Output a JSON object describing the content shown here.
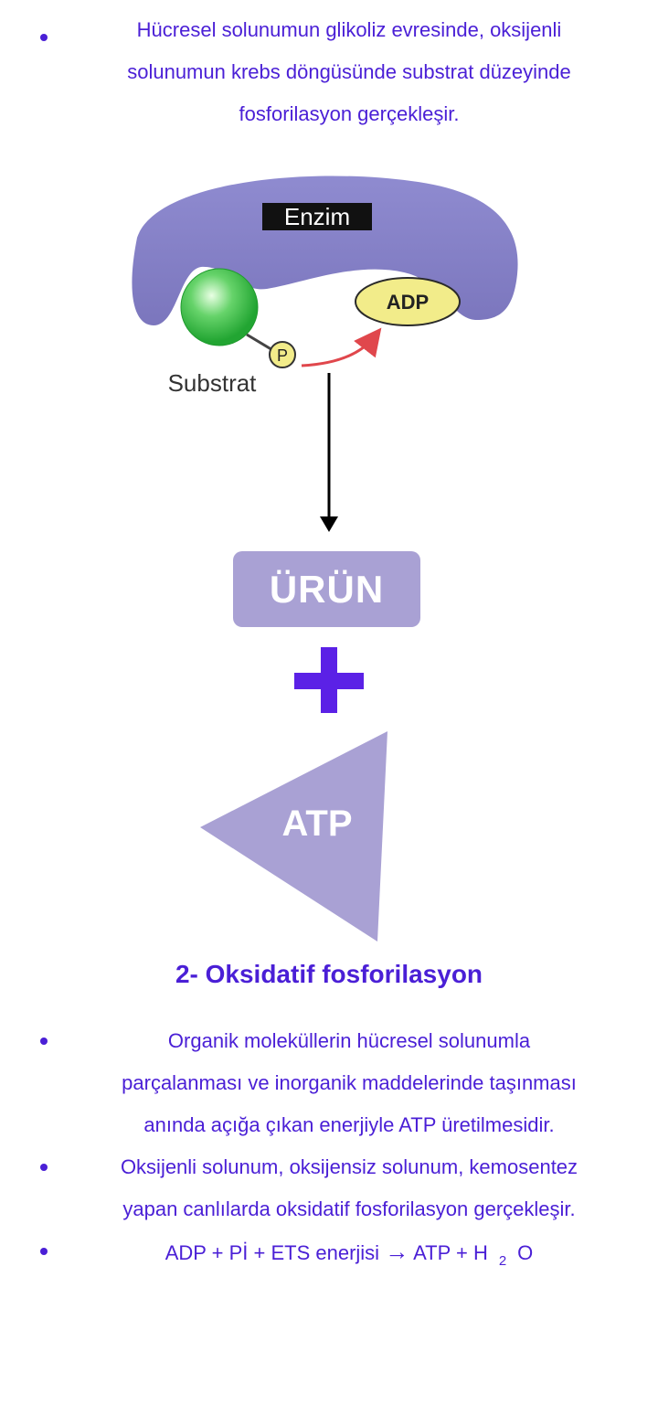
{
  "top_bullet": {
    "lines": [
      "Hücresel solunumun glikoliz evresinde, oksijenli",
      "solunumun krebs döngüsünde substrat düzeyinde",
      "fosforilasyon gerçekleşir."
    ]
  },
  "diagram": {
    "enzyme_label": "Enzim",
    "adp_label": "ADP",
    "phosphate_label": "P",
    "substrate_label": "Substrat",
    "colors": {
      "enzyme": "#8a86c4",
      "substrate": "#3fbf4a",
      "adp": "#f2ec8a",
      "arrow": "#e0474c"
    }
  },
  "product": {
    "label": "ÜRÜN"
  },
  "plus_icon": "plus-icon",
  "atp": {
    "label": "ATP"
  },
  "section": {
    "heading": "2- Oksidatif fosforilasyon"
  },
  "bullets": [
    {
      "lines": [
        "Organik moleküllerin hücresel solunumla",
        "parçalanması ve inorganik maddelerinde taşınması",
        "anında açığa çıkan enerjiyle ATP üretilmesidir."
      ]
    },
    {
      "lines": [
        "Oksijenli solunum, oksijensiz solunum, kemosentez",
        "yapan canlılarda oksidatif fosforilasyon gerçekleşir."
      ]
    }
  ],
  "equation": {
    "left": "ADP + Pİ + ETS enerjisi",
    "arrow": "→",
    "right": "ATP + H",
    "subscript": "2",
    "tail": "O"
  },
  "theme": {
    "text_color": "#4a1fd6",
    "box_color": "#a9a1d4",
    "plus_color": "#5b21e6"
  }
}
